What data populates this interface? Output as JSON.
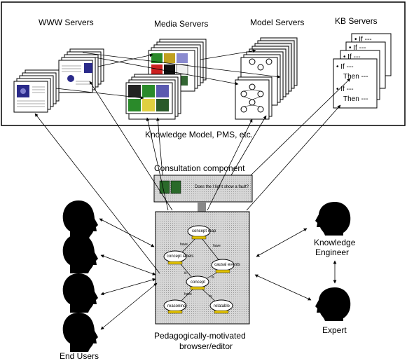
{
  "servers": {
    "www_label": "WWW Servers",
    "media_label": "Media Servers",
    "model_label": "Model Servers",
    "kb_label": "KB Servers",
    "kb_lines": [
      "• If ---",
      "Then ---",
      "• If ---",
      "Then ---"
    ],
    "kb_back_lines": [
      "• If ---",
      "• If ---",
      "• If ---"
    ]
  },
  "top_caption": "Knowledge Model, PMS, etc.",
  "consultation": {
    "label": "Consultation component",
    "question": "Does the I light show a fault?"
  },
  "browser": {
    "caption_line1": "Pedagogically-motivated",
    "caption_line2": "browser/editor",
    "nodes": {
      "concept_map": "concept map",
      "concept_labels": "concept labels",
      "concept": "concept",
      "causal_events": "causal events",
      "reasoning": "reasoning",
      "relatable": "relatable"
    },
    "edges": [
      "have",
      "have",
      "is",
      "is",
      "have",
      "is"
    ]
  },
  "people": {
    "end_users": "End Users",
    "knowledge_engineer_line1": "Knowledge",
    "knowledge_engineer_line2": "Engineer",
    "expert": "Expert"
  }
}
